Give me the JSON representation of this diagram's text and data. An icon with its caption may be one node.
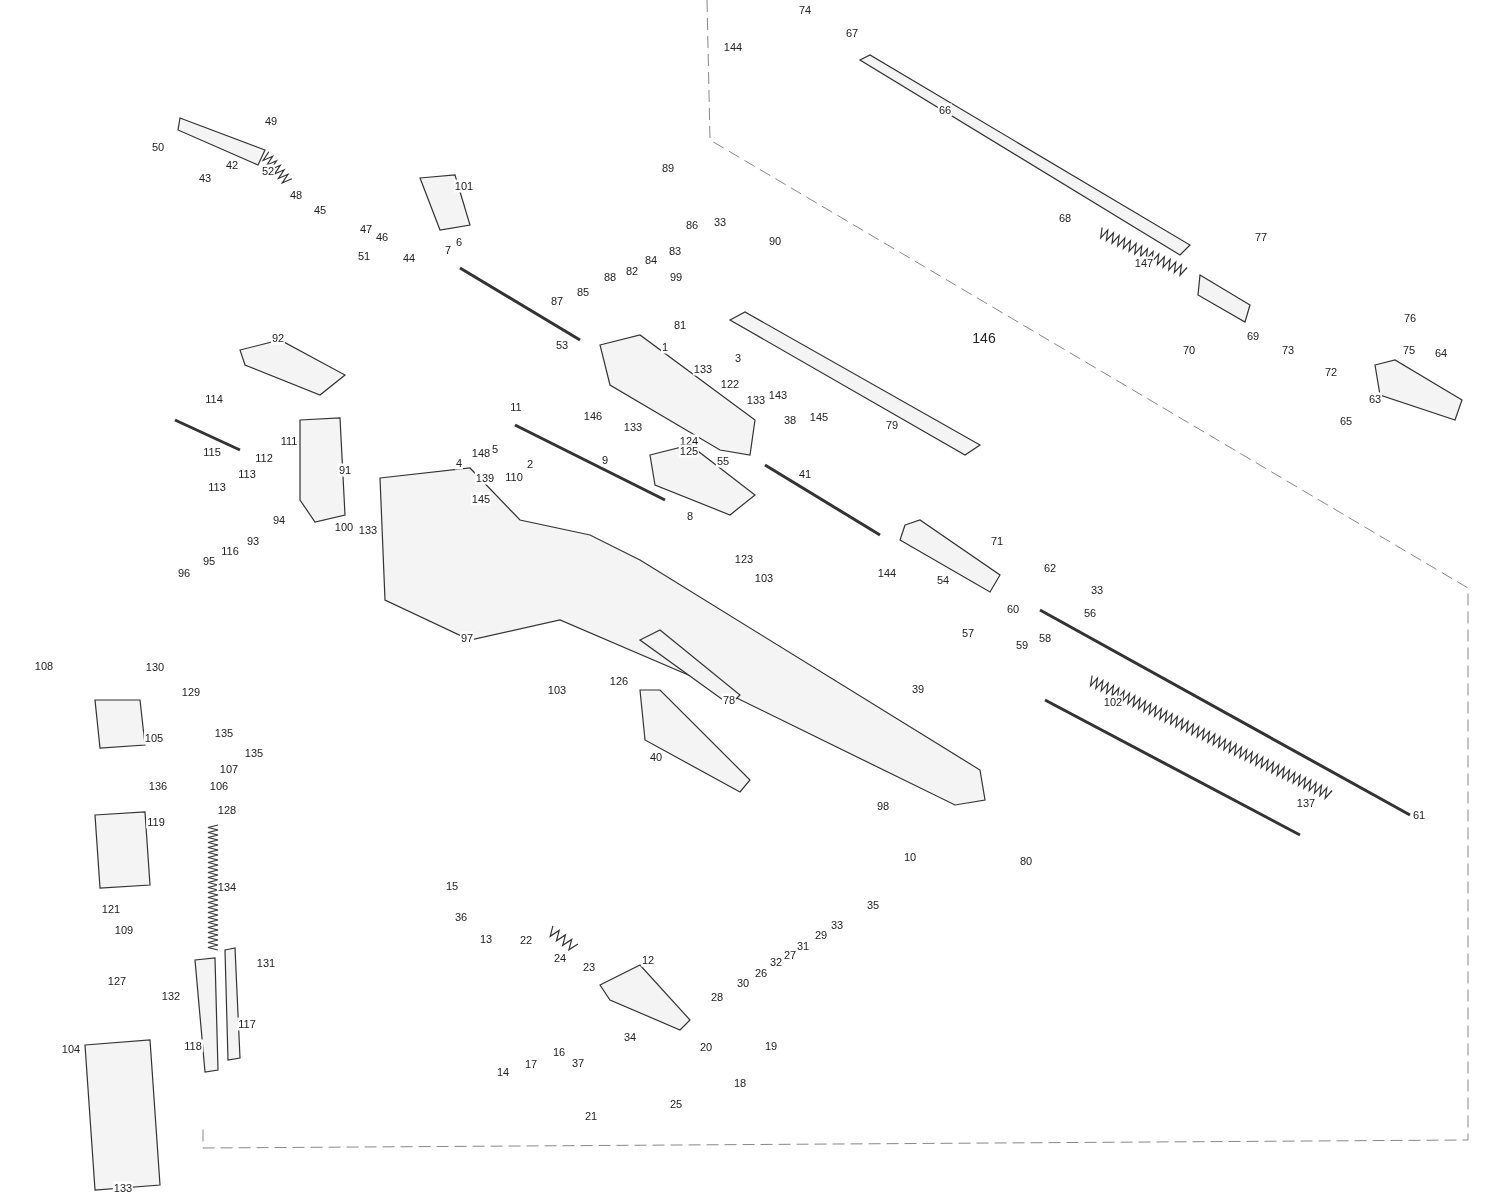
{
  "diagram": {
    "labels": [
      "74",
      "144",
      "67",
      "66",
      "50",
      "49",
      "42",
      "43",
      "52",
      "48",
      "45",
      "101",
      "89",
      "33",
      "86",
      "47",
      "46",
      "6",
      "7",
      "51",
      "44",
      "68",
      "77",
      "90",
      "83",
      "84",
      "88",
      "82",
      "99",
      "85",
      "87",
      "147",
      "53",
      "81",
      "146",
      "69",
      "73",
      "70",
      "76",
      "64",
      "75",
      "72",
      "92",
      "1",
      "133",
      "3",
      "122",
      "143",
      "133",
      "114",
      "63",
      "65",
      "146",
      "38",
      "145",
      "79",
      "11",
      "133",
      "124",
      "125",
      "55",
      "115",
      "111",
      "112",
      "148",
      "5",
      "4",
      "139",
      "2",
      "9",
      "110",
      "41",
      "91",
      "113",
      "113",
      "145",
      "94",
      "8",
      "100",
      "133",
      "93",
      "71",
      "116",
      "95",
      "96",
      "123",
      "103",
      "144",
      "54",
      "62",
      "33",
      "60",
      "56",
      "97",
      "57",
      "59",
      "58",
      "108",
      "130",
      "129",
      "103",
      "126",
      "39",
      "78",
      "102",
      "105",
      "135",
      "135",
      "107",
      "40",
      "136",
      "106",
      "128",
      "119",
      "98",
      "137",
      "61",
      "10",
      "80",
      "134",
      "15",
      "36",
      "35",
      "33",
      "29",
      "13",
      "22",
      "121",
      "109",
      "31",
      "32",
      "27",
      "24",
      "12",
      "23",
      "26",
      "30",
      "131",
      "127",
      "28",
      "132",
      "117",
      "34",
      "118",
      "104",
      "20",
      "19",
      "16",
      "17",
      "14",
      "37",
      "18",
      "25",
      "21",
      "133"
    ]
  }
}
